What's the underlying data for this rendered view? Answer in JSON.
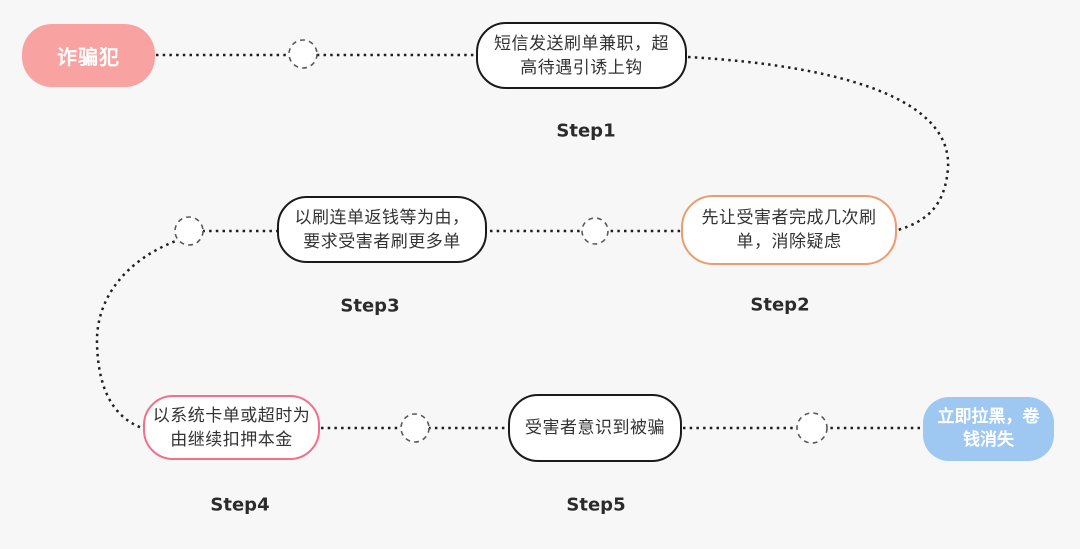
{
  "colors": {
    "bg": "#F7F7F8",
    "line": "#1F1F1F",
    "circle-stroke": "#5A5A5A",
    "node-border-dark": "#1A1A1A",
    "node-border-orange": "#ED9C6E",
    "node-border-rose": "#F2708C",
    "actor-bg": "#F9A2A2",
    "outcome-bg": "#9EC7F2",
    "node-text": "#333333",
    "label-text": "#2B2B2B"
  },
  "nodes": {
    "actor": {
      "label": "诈骗犯"
    },
    "step1": {
      "lines": [
        "短信发送刷单兼职，超",
        "高待遇引诱上钩"
      ],
      "step_label": "Step1"
    },
    "step2": {
      "lines": [
        "先让受害者完成几次刷",
        "单，消除疑虑"
      ],
      "step_label": "Step2"
    },
    "step3": {
      "lines": [
        "以刷连单返钱等为由，",
        "要求受害者刷更多单"
      ],
      "step_label": "Step3"
    },
    "step4": {
      "lines": [
        "以系统卡单或超时为",
        "由继续扣押本金"
      ],
      "step_label": "Step4"
    },
    "step5": {
      "lines": [
        "受害者意识到被骗"
      ],
      "step_label": "Step5"
    },
    "outcome": {
      "lines": [
        "立即拉黑，卷",
        "钱消失"
      ]
    }
  }
}
